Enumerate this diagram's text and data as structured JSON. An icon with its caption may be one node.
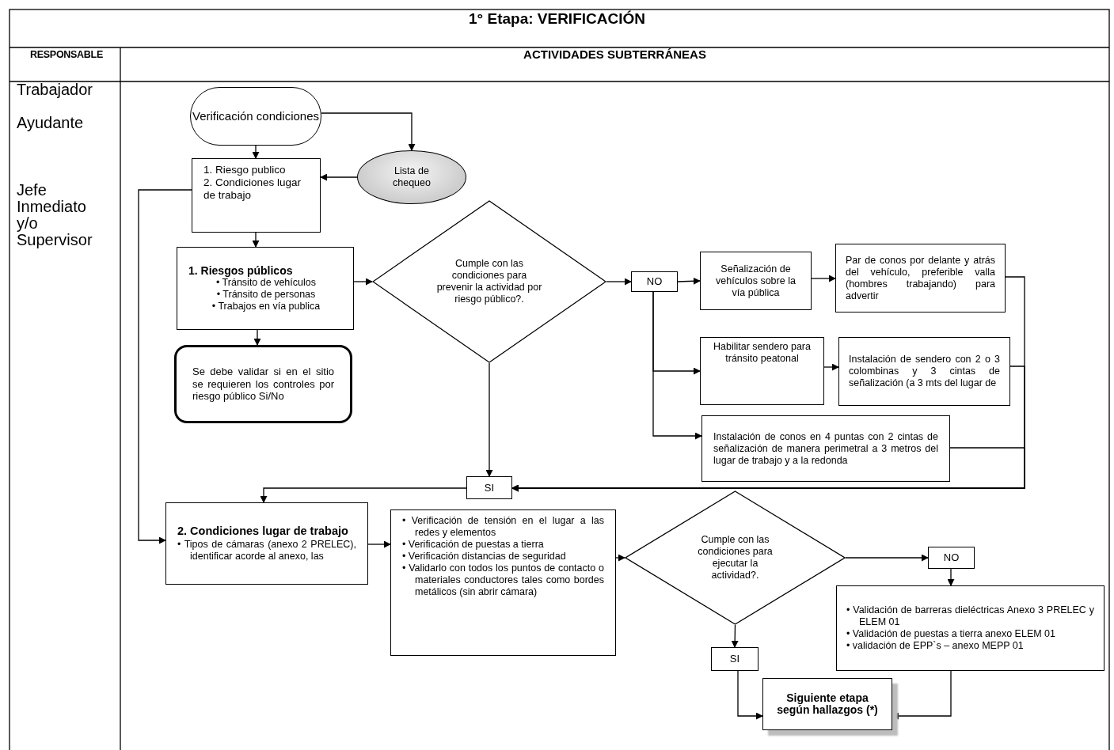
{
  "diagram": {
    "title": "1° Etapa: VERIFICACIÓN",
    "nodes": [
      {
        "text": [
          "Verificación condiciones"
        ]
      },
      {
        "text": [
          "Lista de chequeo"
        ]
      },
      {
        "text": [
          "1. Riesgo publico",
          "2. Condiciones lugar de trabajo"
        ]
      },
      {
        "text": [
          "1. Riesgos públicos",
          "• Tránsito de vehículos",
          "• Tránsito de personas",
          "• Trabajos en vía publica"
        ]
      },
      {
        "text": [
          "Se debe validar si en el sitio se requieren los controles por riesgo público Si/No"
        ]
      },
      {
        "text": [
          "Cumple con las condiciones para prevenir la actividad por riesgo público?."
        ]
      },
      {
        "text": [
          "NO"
        ]
      },
      {
        "text": [
          "Señalización de vehículos sobre la vía pública"
        ]
      },
      {
        "text": [
          "Par de conos por delante y atrás del vehículo, preferible valla (hombres trabajando) para advertir"
        ]
      },
      {
        "text": [
          "Habilitar sendero para tránsito peatonal"
        ]
      },
      {
        "text": [
          "Instalación de sendero con 2 o 3 colombinas y 3 cintas de señalización (a 3 mts del lugar de"
        ]
      },
      {
        "text": [
          "Instalación de conos en 4 puntas con 2 cintas de señalización de manera perimetral a 3 metros del lugar de trabajo y a la redonda"
        ]
      },
      {
        "text": [
          "SI"
        ]
      },
      {
        "text": [
          "2. Condiciones lugar de trabajo",
          "• Tipos de cámaras (anexo 2 PRELEC), identificar acorde al anexo, las"
        ]
      },
      {
        "text": [
          "• Verificación de tensión en el lugar a las redes y elementos",
          "• Verificación de puestas a tierra",
          "• Verificación distancias de seguridad",
          "• Validarlo con todos los puntos de contacto o materiales conductores tales como bordes metálicos (sin abrir cámara)"
        ]
      },
      {
        "text": [
          "Cumple con las condiciones para ejecutar la actividad?."
        ]
      },
      {
        "text": [
          "NO"
        ]
      },
      {
        "text": [
          "• Validación de barreras dieléctricas Anexo 3 PRELEC y ELEM 01",
          "• Validación de puestas a tierra anexo ELEM 01",
          "• validación de EPP`s – anexo MEPP 01"
        ]
      },
      {
        "text": [
          "SI"
        ]
      },
      {
        "text": [
          "Siguiente etapa según hallazgos (*)"
        ]
      }
    ],
    "edges": [
      {
        "from": 0,
        "to": 2,
        "arrow": "to"
      },
      {
        "from": 0,
        "to": 1,
        "arrow": "to"
      },
      {
        "from": 1,
        "to": 2,
        "arrow": "to"
      },
      {
        "from": 2,
        "to": 3,
        "arrow": "to"
      },
      {
        "from": 2,
        "to": 13,
        "arrow": "to"
      },
      {
        "from": 3,
        "to": 4,
        "arrow": "to"
      },
      {
        "from": 3,
        "to": 5,
        "arrow": "to"
      },
      {
        "from": 5,
        "to": 6,
        "arrow": "to"
      },
      {
        "from": 6,
        "to": 7,
        "arrow": "to"
      },
      {
        "from": 6,
        "to": 9,
        "arrow": "to"
      },
      {
        "from": 6,
        "to": 11,
        "arrow": "to"
      },
      {
        "from": 7,
        "to": 8,
        "arrow": "to"
      },
      {
        "from": 9,
        "to": 10,
        "arrow": "to"
      },
      {
        "from": 5,
        "to": 12,
        "arrow": "to"
      },
      {
        "from": 8,
        "to": 12,
        "arrow": "to"
      },
      {
        "from": 10,
        "to": 12,
        "arrow": "to"
      },
      {
        "from": 11,
        "to": 12,
        "arrow": "to"
      },
      {
        "from": 12,
        "to": 13,
        "arrow": "to"
      },
      {
        "from": 13,
        "to": 14,
        "arrow": "to"
      },
      {
        "from": 14,
        "to": 15,
        "arrow": "to"
      },
      {
        "from": 15,
        "to": 16,
        "arrow": "to"
      },
      {
        "from": 16,
        "to": 17,
        "arrow": "to"
      },
      {
        "from": 15,
        "to": 18,
        "arrow": "to"
      },
      {
        "from": 18,
        "to": 19,
        "arrow": "to"
      },
      {
        "from": 17,
        "to": 19,
        "arrow": "to"
      }
    ],
    "labels": [
      "RESPONSABLE",
      "ACTIVIDADES SUBTERRÁNEAS",
      "Trabajador",
      "Ayudante",
      "Jefe Inmediato y/o Supervisor"
    ]
  }
}
